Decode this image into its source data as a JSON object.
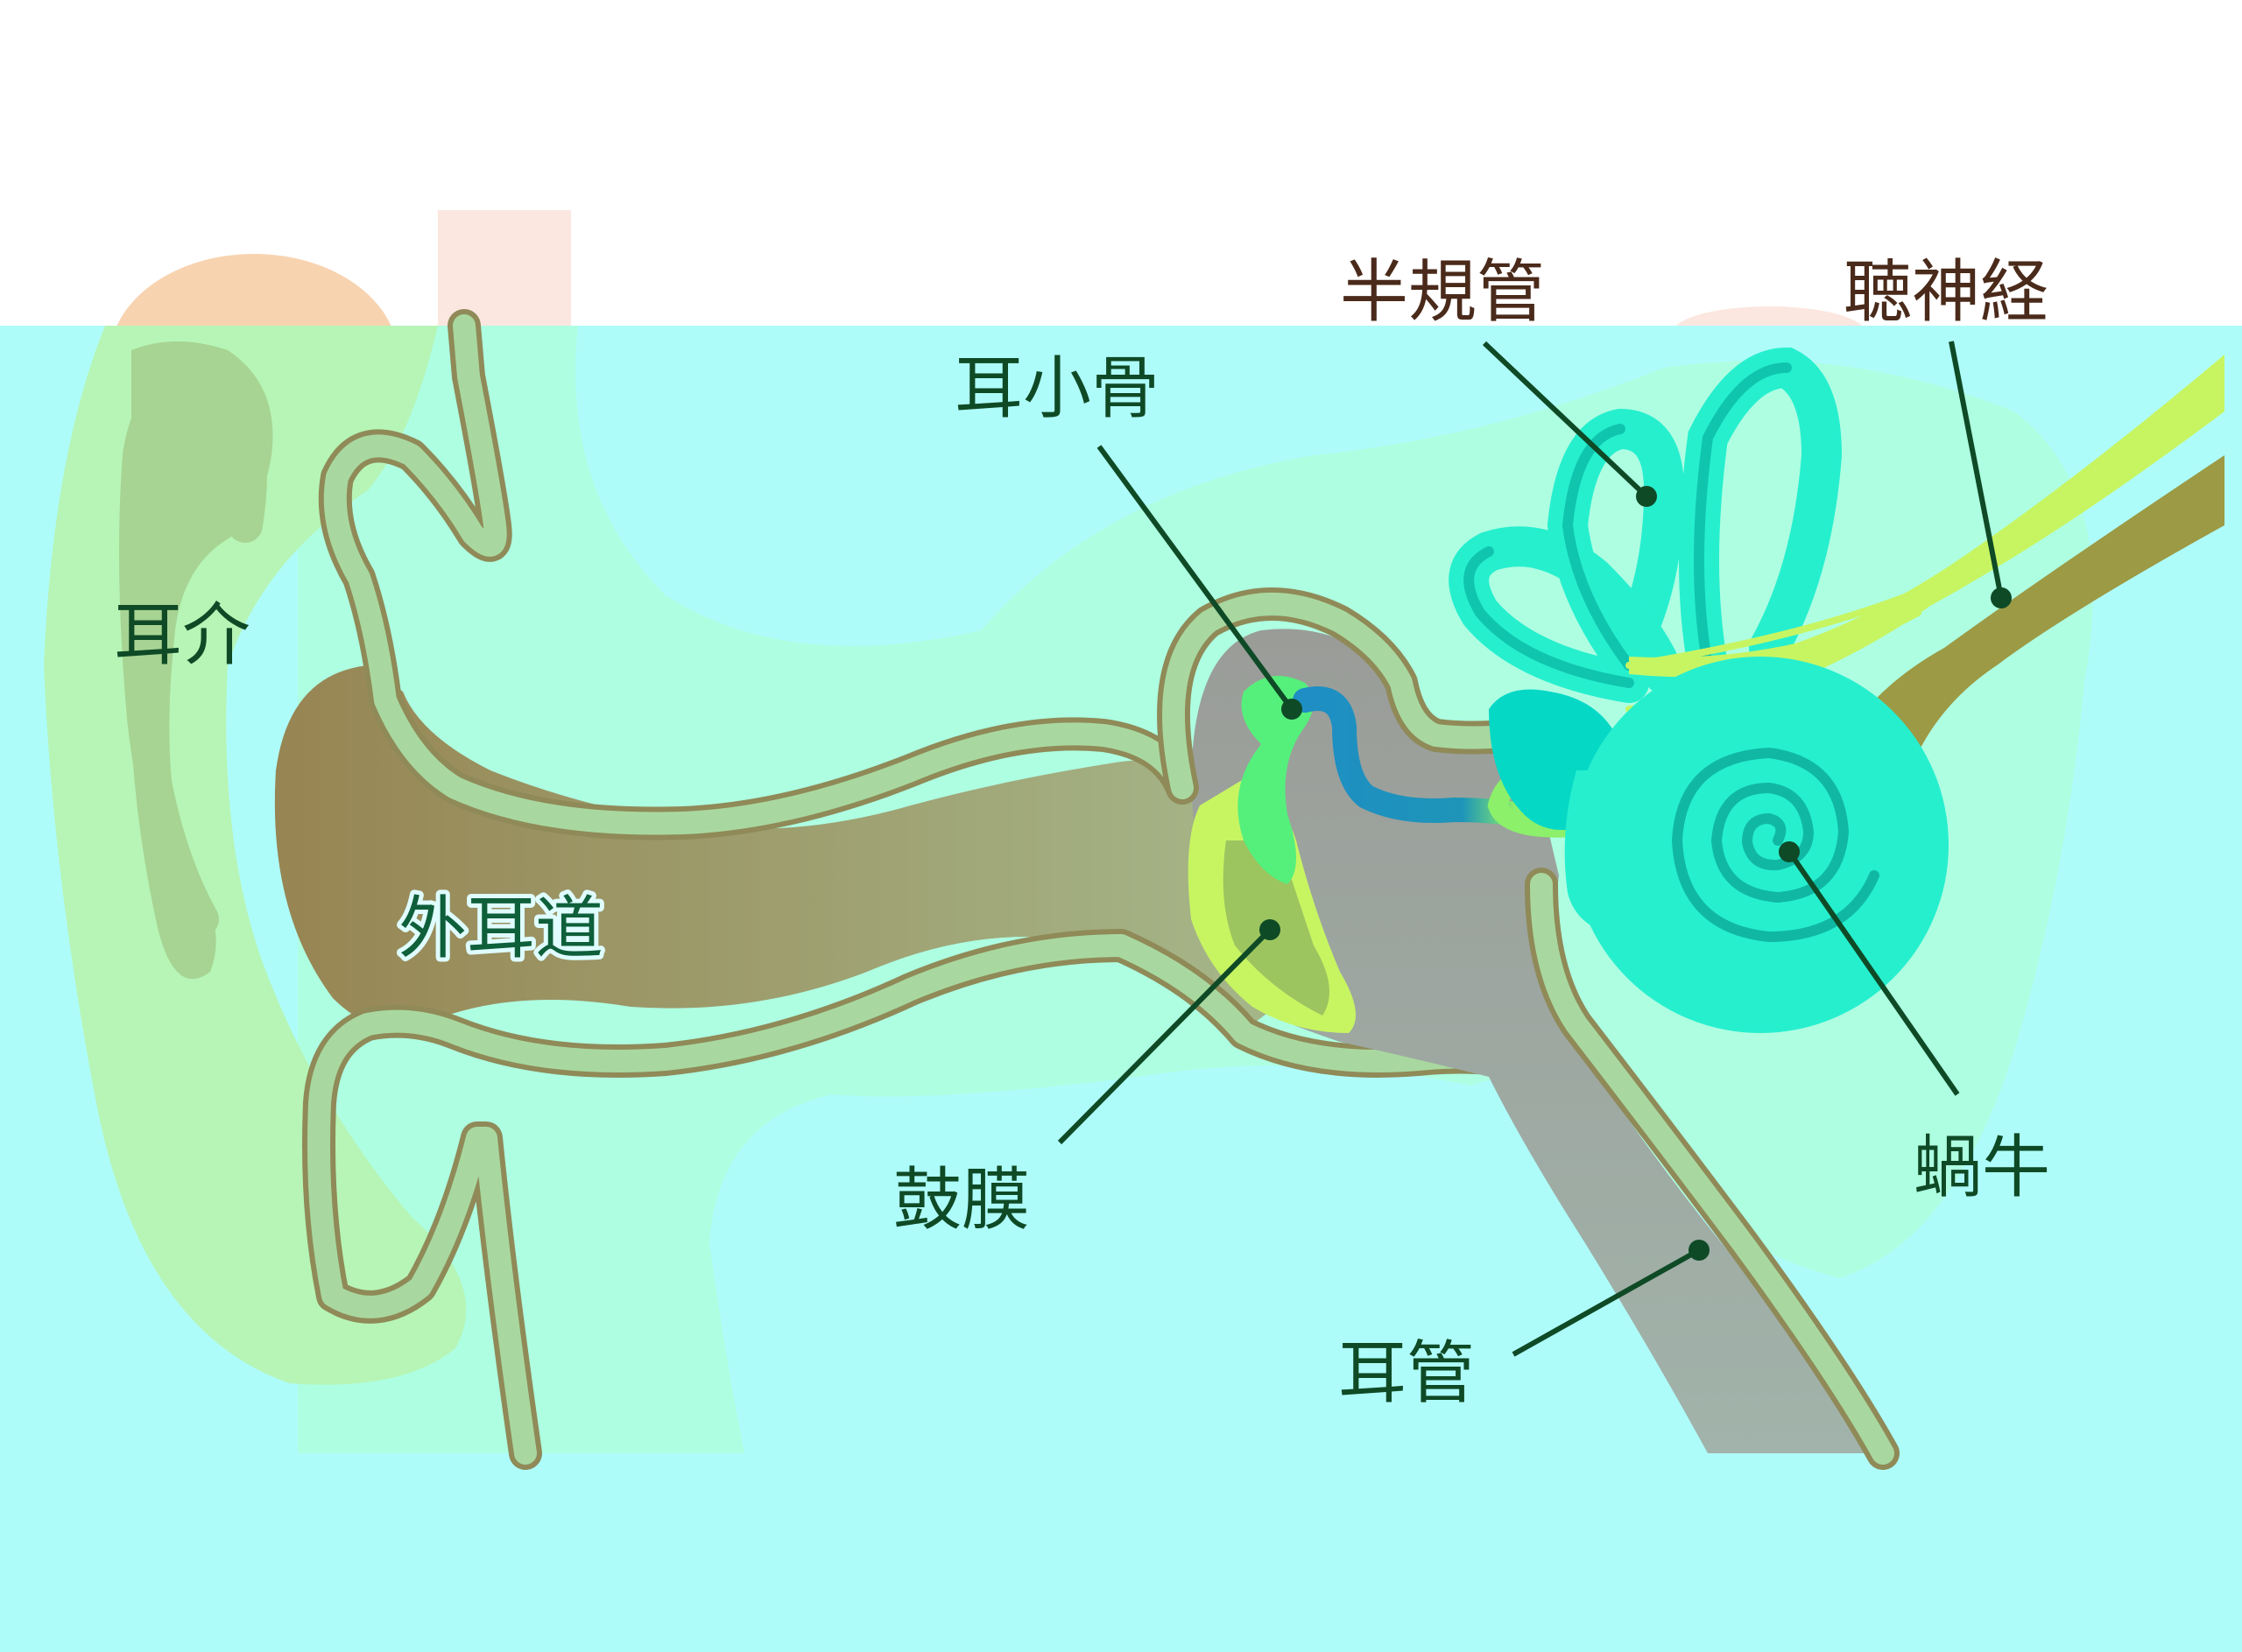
{
  "labels": {
    "auricle": "耳介",
    "ear_canal": "外耳道",
    "ossicles": "耳小骨",
    "eardrum": "鼓膜",
    "semicircular_canals": "半規管",
    "auditory_nerve": "聴神経",
    "cochlea": "蝸牛",
    "eustachian_tube": "耳管"
  },
  "colors": {
    "background": "#aefcfa",
    "skin_light": "#aefee2",
    "auricle_green": "#b6f5b6",
    "canal_brown": "#9a8a55",
    "cavity_gray": "#9aa3a3",
    "wall_green": "#a8d8a0",
    "wall_outline": "#8f8a58",
    "inner_ear": "#26efce",
    "nerve": "#c7f562",
    "nerve_brown": "#9c9a44",
    "label_dark": "#0f4a26",
    "label_brown": "#4a2a1a"
  }
}
